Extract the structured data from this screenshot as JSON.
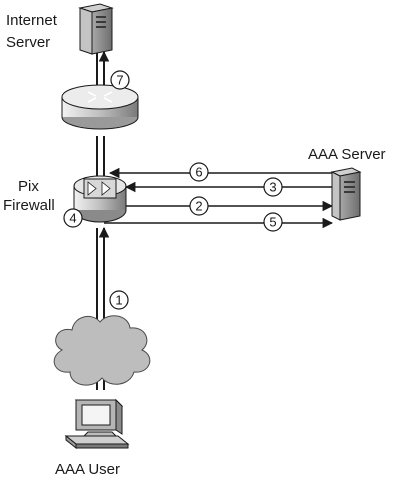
{
  "labels": {
    "internet_server_line1": "Internet",
    "internet_server_line2": "Server",
    "aaa_server": "AAA Server",
    "pix_firewall_line1": "Pix",
    "pix_firewall_line2": "Firewall",
    "aaa_user": "AAA User"
  },
  "steps": {
    "s1": "1",
    "s2": "2",
    "s3": "3",
    "s4": "4",
    "s5": "5",
    "s6": "6",
    "s7": "7"
  },
  "colors": {
    "line": "#1a1a1a",
    "device_light": "#d9d9d9",
    "device_dark": "#8c8c8c",
    "cloud": "#bdbdbd"
  }
}
